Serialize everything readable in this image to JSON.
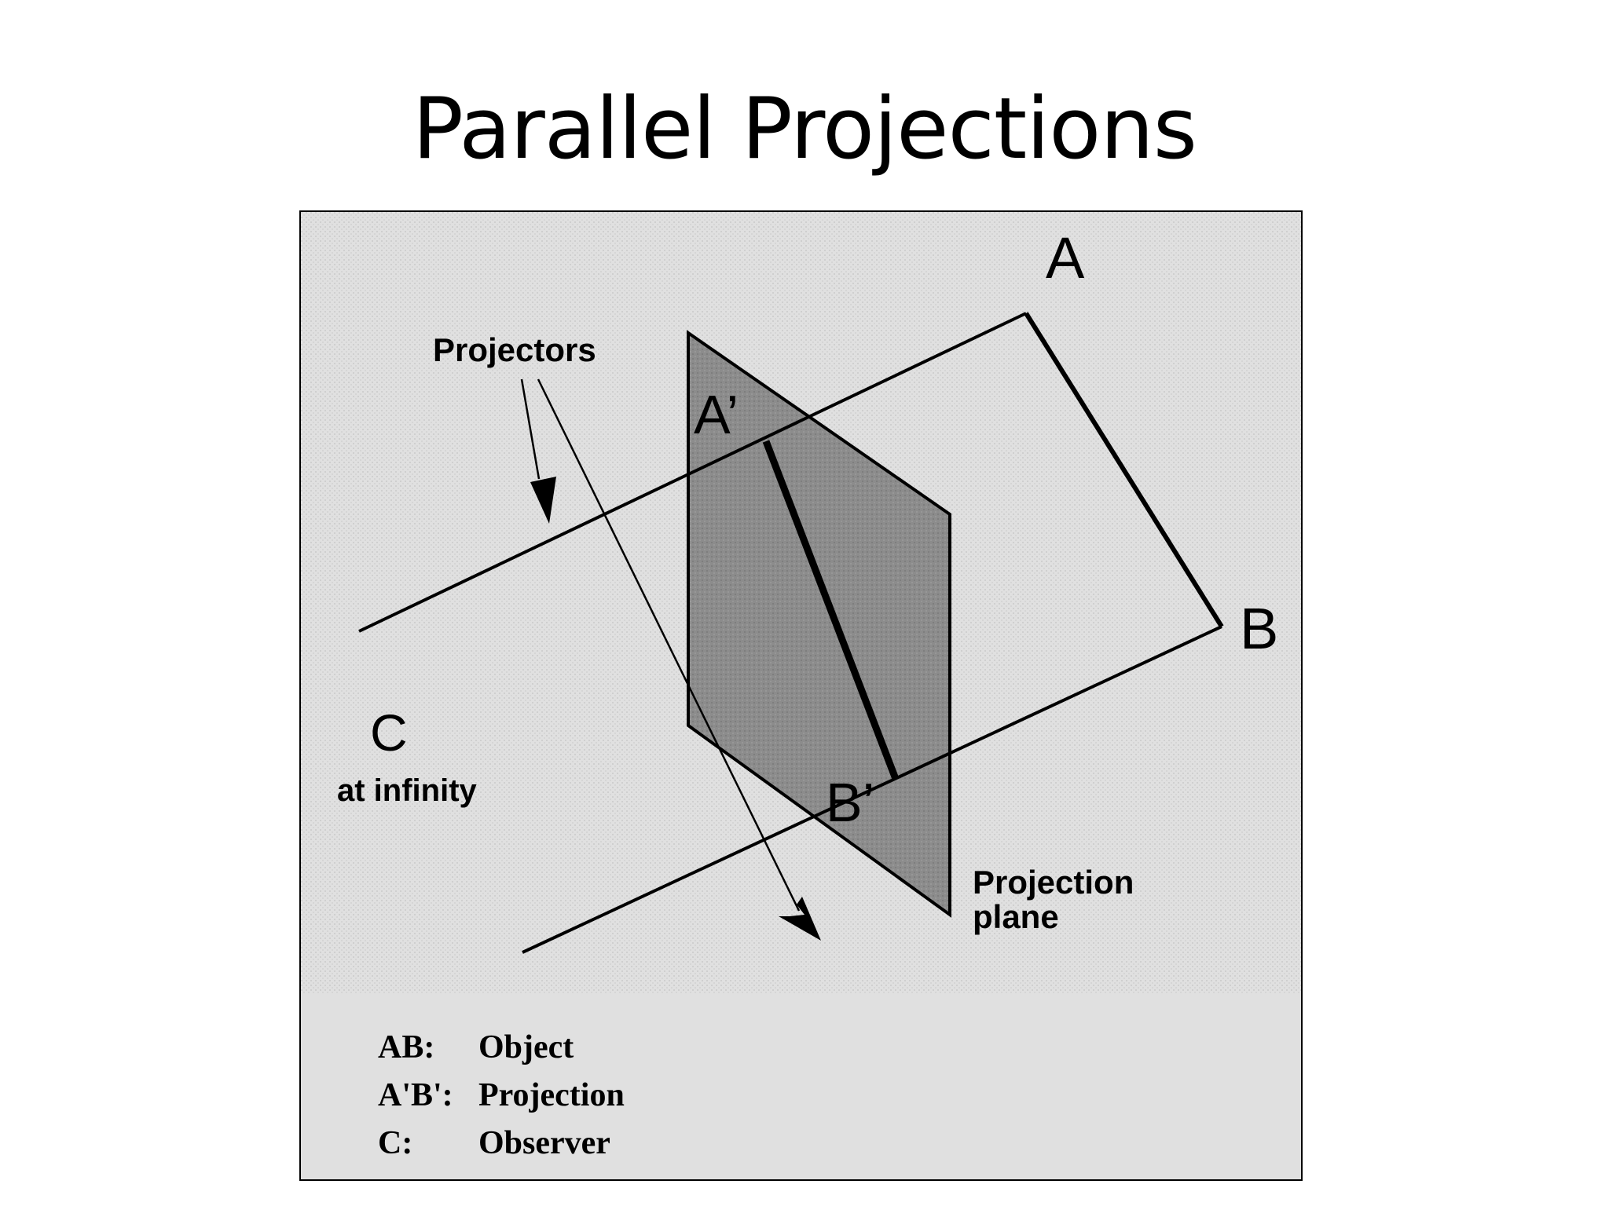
{
  "slide": {
    "title": "Parallel Projections"
  },
  "diagram": {
    "labels": {
      "point_a": "A",
      "point_b": "B",
      "point_a_prime": "A’",
      "point_b_prime": "B’",
      "projectors": "Projectors",
      "observer_letter": "C",
      "observer_caption": "at infinity",
      "plane_line1": "Projection",
      "plane_line2": "plane"
    },
    "legend": [
      {
        "key": "AB:",
        "value": "Object"
      },
      {
        "key": "A'B':",
        "value": "Projection"
      },
      {
        "key": "C:",
        "value": "Observer"
      }
    ],
    "colors": {
      "background": "#e0e0e0",
      "plane_fill": "#8c8c8c",
      "ink": "#000000"
    }
  }
}
